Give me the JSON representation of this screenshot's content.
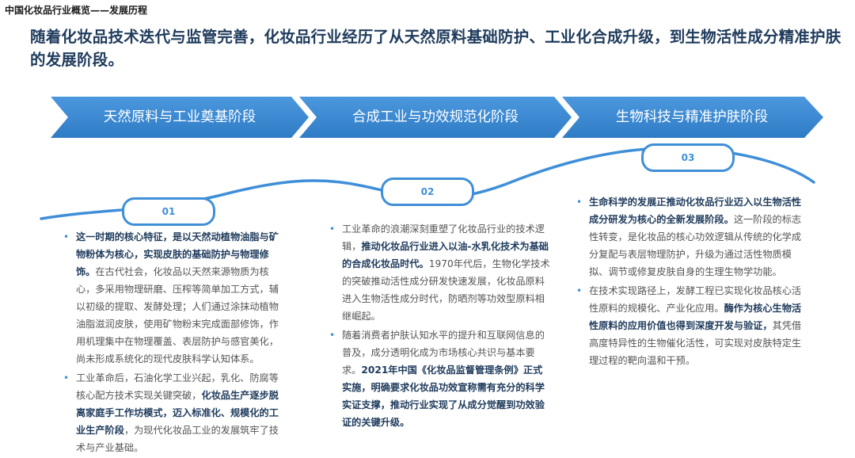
{
  "breadcrumb": "中国化妆品行业概览——发展历程",
  "headline": "随着化妆品技术迭代与监管完善，化妆品行业经历了从天然原料基础防护、工业化合成升级，到生物活性成分精准护肤的发展阶段。",
  "colors": {
    "arrow": "#3f8fd8",
    "arrow_dark": "#2f7cc6",
    "wave": "#3f8fd8",
    "headline": "#1f3b5c",
    "bullet": "#3f8fd8"
  },
  "stages": [
    {
      "label": "天然原料与工业奠基阶段"
    },
    {
      "label": "合成工业与功效规范化阶段"
    },
    {
      "label": "生物科技与精准护肤阶段"
    }
  ],
  "milestones": [
    "01",
    "02",
    "03"
  ],
  "columns": [
    {
      "items": [
        [
          {
            "t": "这一时期的核心特征，是以天然动植物油脂与矿物粉体为核心，实现皮肤的基础防护与物理修饰。",
            "b": true
          },
          {
            "t": "在古代社会，化妆品以天然来源物质为核心，多采用物理研磨、压榨等简单加工方式，辅以初级的提取、发酵处理；人们通过涂抹动植物油脂滋润皮肤，使用矿物粉末完成面部修饰，作用机理集中在物理覆盖、表层防护与感官美化，尚未形成系统化的现代皮肤科学认知体系。",
            "b": false
          }
        ],
        [
          {
            "t": "工业革命后，石油化学工业兴起，乳化、防腐等核心配方技术实现关键突破，",
            "b": false
          },
          {
            "t": "化妆品生产逐步脱离家庭手工作坊模式，迈入标准化、规模化的工业生产阶段",
            "b": true
          },
          {
            "t": "，为现代化妆品工业的发展筑牢了技术与产业基础。",
            "b": false
          }
        ]
      ]
    },
    {
      "items": [
        [
          {
            "t": "工业革命的浪潮深刻重塑了化妆品行业的技术逻辑，",
            "b": false
          },
          {
            "t": "推动化妆品行业进入以油-水乳化技术为基础的合成化妆品时代。",
            "b": true
          },
          {
            "t": "1970年代后，生物化学技术的突破推动活性成分研发快速发展，化妆品原料进入生物活性成分时代，防晒剂等功效型原料相继崛起。",
            "b": false
          }
        ],
        [
          {
            "t": "随着消费者护肤认知水平的提升和互联网信息的普及，成分透明化成为市场核心共识与基本要求。",
            "b": false
          },
          {
            "t": "2021年中国《化妆品监督管理条例》正式实施，明确要求化妆品功效宣称需有充分的科学实证支撑，推动行业实现了从成分觉醒到功效验证的关键升级。",
            "b": true
          }
        ]
      ]
    },
    {
      "items": [
        [
          {
            "t": "生命科学的发展正推动化妆品行业迈入以生物活性成分研发为核心的全新发展阶段。",
            "b": true
          },
          {
            "t": "这一阶段的标志性转变，是化妆品的核心功效逻辑从传统的化学成分复配与表层物理防护，升级为通过活性物质模拟、调节或修复皮肤自身的生理生物学功能。",
            "b": false
          }
        ],
        [
          {
            "t": "在技术实现路径上，发酵工程已实现化妆品核心活性原料的规模化、产业化应用。",
            "b": false
          },
          {
            "t": "酶作为核心生物活性原料的应用价值也得到深度开发与验证，",
            "b": true
          },
          {
            "t": "其凭借高度特异性的生物催化活性，可实现对皮肤特定生理过程的靶向温和干预。",
            "b": false
          }
        ]
      ]
    }
  ]
}
